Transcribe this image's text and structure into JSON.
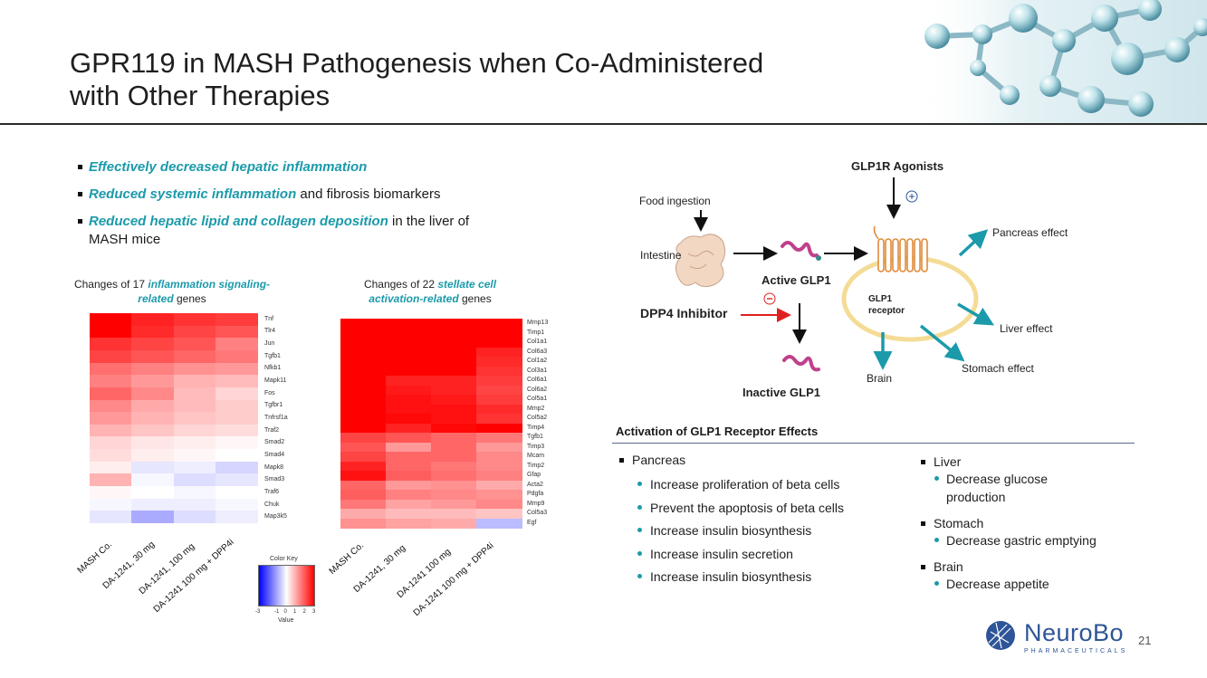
{
  "title": {
    "line1": "GPR119 in MASH Pathogenesis when Co-Administered",
    "line2": "with Other Therapies"
  },
  "bullets": [
    {
      "highlight": "Effectively decreased hepatic inflammation",
      "rest": ""
    },
    {
      "highlight": "Reduced systemic inflammation",
      "rest": " and fibrosis biomarkers"
    },
    {
      "highlight": "Reduced hepatic lipid and collagen deposition",
      "rest": " in the liver of MASH mice"
    }
  ],
  "heatmap1": {
    "title_pre": "Changes of 17 ",
    "title_highlight": "inflammation signaling-related",
    "title_post": " genes",
    "genes": [
      "Tnf",
      "Tlr4",
      "Jun",
      "Tgfb1",
      "Nfkb1",
      "Mapk11",
      "Fos",
      "Tgfbr1",
      "Tnfrsf1a",
      "Traf2",
      "Smad2",
      "Smad4",
      "Mapk8",
      "Smad3",
      "Traf6",
      "Chuk",
      "Map3k5"
    ],
    "columns": [
      "MASH Co.",
      "DA-1241, 30 mg",
      "DA-1241, 100 mg",
      "DA-1241 100 mg + DPP4i"
    ],
    "values": [
      [
        3.0,
        2.6,
        2.4,
        2.3
      ],
      [
        3.0,
        2.5,
        2.2,
        2.0
      ],
      [
        2.4,
        2.2,
        2.0,
        1.5
      ],
      [
        2.2,
        2.0,
        1.8,
        1.6
      ],
      [
        1.7,
        1.5,
        1.3,
        1.2
      ],
      [
        1.5,
        1.2,
        0.9,
        0.8
      ],
      [
        1.8,
        1.4,
        0.8,
        0.5
      ],
      [
        1.4,
        1.0,
        0.8,
        0.6
      ],
      [
        1.2,
        0.9,
        0.7,
        0.6
      ],
      [
        0.9,
        0.7,
        0.5,
        0.4
      ],
      [
        0.5,
        0.3,
        0.2,
        0.1
      ],
      [
        0.4,
        0.2,
        0.1,
        0.0
      ],
      [
        0.2,
        -0.3,
        -0.2,
        -0.5
      ],
      [
        0.9,
        -0.1,
        -0.4,
        -0.3
      ],
      [
        0.1,
        0.0,
        -0.1,
        0.0
      ],
      [
        -0.1,
        -0.2,
        -0.2,
        -0.1
      ],
      [
        -0.3,
        -1.0,
        -0.4,
        -0.2
      ]
    ]
  },
  "heatmap2": {
    "title_pre": "Changes of 22 ",
    "title_highlight": "stellate cell activation-related",
    "title_post": " genes",
    "genes": [
      "Mmp13",
      "Timp1",
      "Col1a1",
      "Col6a3",
      "Col1a2",
      "Col3a1",
      "Col6a1",
      "Col6a2",
      "Col5a1",
      "Mmp2",
      "Col5a2",
      "Timp4",
      "Tgfb1",
      "Timp3",
      "Mcam",
      "Timp2",
      "Gfap",
      "Acta2",
      "Pdgfa",
      "Mmp9",
      "Col5a3",
      "Egf"
    ],
    "columns": [
      "MASH Co.",
      "DA-1241, 30 mg",
      "DA-1241 100 mg",
      "DA-1241 100 mg + DPP4i"
    ],
    "values": [
      [
        3,
        3,
        3,
        3
      ],
      [
        3,
        3,
        3,
        3
      ],
      [
        3,
        3,
        3,
        3
      ],
      [
        3,
        3,
        3,
        2.6
      ],
      [
        3,
        3,
        3,
        2.5
      ],
      [
        3,
        3,
        3,
        2.4
      ],
      [
        3,
        2.6,
        2.6,
        2.3
      ],
      [
        3,
        2.7,
        2.6,
        2.2
      ],
      [
        3,
        2.8,
        2.7,
        2.3
      ],
      [
        3,
        2.8,
        2.8,
        2.5
      ],
      [
        3,
        2.9,
        2.8,
        2.4
      ],
      [
        3,
        2.6,
        2.9,
        3
      ],
      [
        2.2,
        2.0,
        1.8,
        1.6
      ],
      [
        2.0,
        1.2,
        1.8,
        1.2
      ],
      [
        2.2,
        1.8,
        1.8,
        1.4
      ],
      [
        2.6,
        1.8,
        1.6,
        1.4
      ],
      [
        2.8,
        1.9,
        1.7,
        1.5
      ],
      [
        1.8,
        1.2,
        1.3,
        1.0
      ],
      [
        1.9,
        1.5,
        1.4,
        1.3
      ],
      [
        1.6,
        1.1,
        1.2,
        1.4
      ],
      [
        1.0,
        0.8,
        0.8,
        0.7
      ],
      [
        1.3,
        1.1,
        1.0,
        -0.8
      ]
    ]
  },
  "color_key": {
    "title": "Color Key",
    "ticks": [
      "-3",
      "-1",
      "0",
      "1",
      "2",
      "3"
    ],
    "label": "Value"
  },
  "diagram": {
    "glp1r_agonists": "GLP1R Agonists",
    "plus": "+",
    "food_ingestion": "Food ingestion",
    "intestine": "Intestine",
    "active_glp1": "Active GLP1",
    "minus": "-",
    "dpp4_inhibitor": "DPP4 Inhibitor",
    "inactive_glp1": "Inactive GLP1",
    "glp1_receptor": "GLP1 receptor",
    "pancreas_effect": "Pancreas effect",
    "liver_effect": "Liver effect",
    "stomach_effect": "Stomach effect",
    "brain": "Brain"
  },
  "effects": {
    "heading": "Activation of GLP1 Receptor Effects",
    "pancreas": {
      "label": "Pancreas",
      "items": [
        "Increase proliferation of beta cells",
        "Prevent the apoptosis of beta cells",
        "Increase insulin biosynthesis",
        "Increase insulin secretion",
        "Increase insulin biosynthesis"
      ]
    },
    "liver": {
      "label": "Liver",
      "items": [
        "Decrease glucose",
        "production"
      ]
    },
    "stomach": {
      "label": "Stomach",
      "items": [
        "Decrease gastric emptying"
      ]
    },
    "brain": {
      "label": "Brain",
      "items": [
        "Decrease appetite"
      ]
    }
  },
  "logo": {
    "name": "NeuroBo",
    "sub": "PHARMACEUTICALS"
  },
  "page_number": "21",
  "colors": {
    "accent": "#1b9aaa",
    "heat_high": "#ff0000",
    "heat_low": "#0000ff",
    "logo": "#2d5597"
  }
}
